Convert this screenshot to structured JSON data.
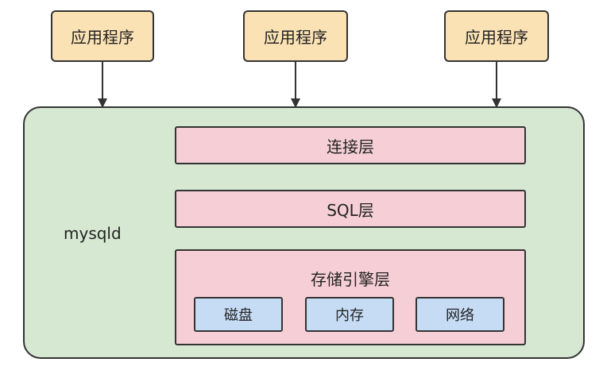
{
  "applications": [
    {
      "label": "应用程序"
    },
    {
      "label": "应用程序"
    },
    {
      "label": "应用程序"
    }
  ],
  "server": {
    "label": "mysqld",
    "layers": {
      "connection": "连接层",
      "sql": "SQL层",
      "storage": {
        "title": "存储引擎层",
        "units": [
          "磁盘",
          "内存",
          "网络"
        ]
      }
    }
  },
  "colors": {
    "application_fill": "#fbe2b4",
    "server_fill": "#d6e8d1",
    "layer_fill": "#f6cfd6",
    "unit_fill": "#c6dcf5",
    "stroke": "#333333"
  }
}
